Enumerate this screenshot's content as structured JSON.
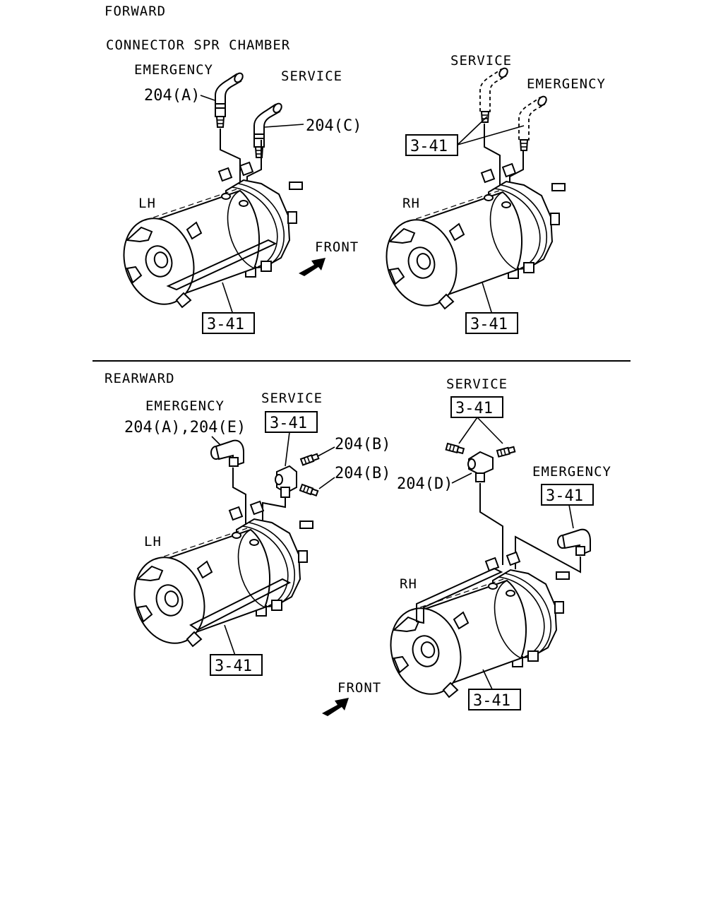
{
  "sections": {
    "forward": "FORWARD",
    "rearward": "REARWARD"
  },
  "titles": {
    "connector": "CONNECTOR SPR CHAMBER"
  },
  "forward": {
    "left": {
      "emergency": "EMERGENCY",
      "service": "SERVICE",
      "part_a": "204(A)",
      "part_c": "204(C)",
      "side": "LH",
      "ref": "3-41"
    },
    "front": "FRONT",
    "right": {
      "service": "SERVICE",
      "emergency": "EMERGENCY",
      "ref_top": "3-41",
      "side": "RH",
      "ref": "3-41"
    }
  },
  "rearward": {
    "left": {
      "emergency": "EMERGENCY",
      "parts": "204(A),204(E)",
      "service": "SERVICE",
      "ref_service": "3-41",
      "part_b1": "204(B)",
      "part_b2": "204(B)",
      "side": "LH",
      "ref": "3-41"
    },
    "right": {
      "service": "SERVICE",
      "ref_service": "3-41",
      "part_d": "204(D)",
      "emergency": "EMERGENCY",
      "ref_emergency": "3-41",
      "side": "RH",
      "ref": "3-41"
    },
    "front": "FRONT"
  }
}
